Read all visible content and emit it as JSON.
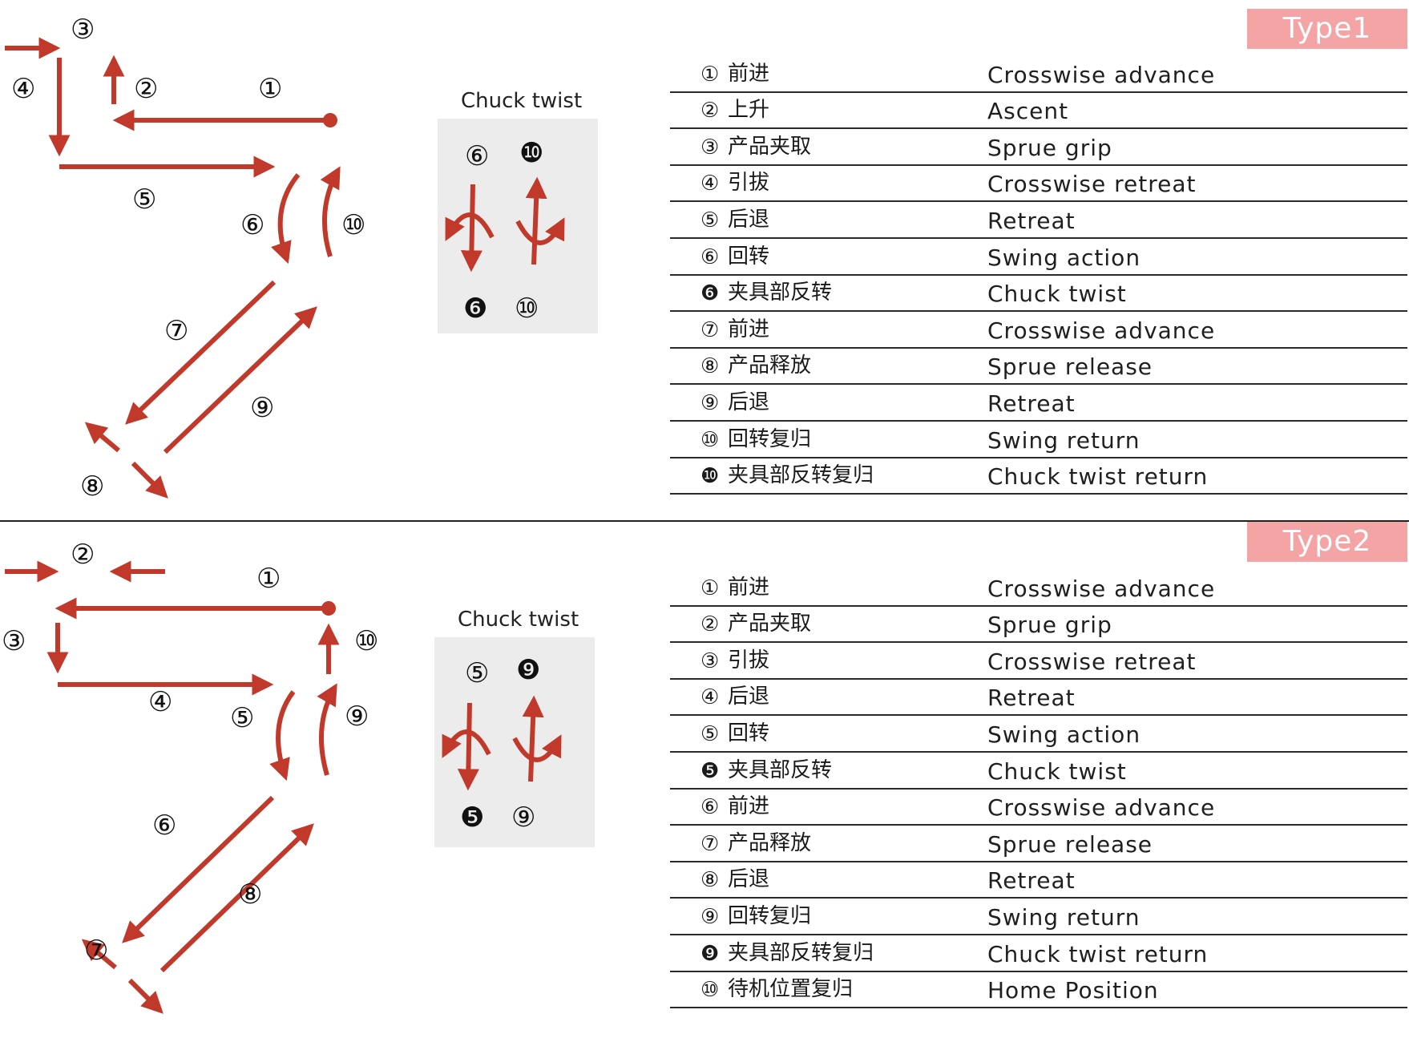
{
  "colors": {
    "arrow": "#c0392b",
    "badge": "#f4a4a4",
    "panel": "#ececec"
  },
  "type1": {
    "badge": "Type1",
    "chuck_title": "Chuck twist",
    "chuck_panel": {
      "top_left": "⑥",
      "top_right": "❿",
      "bottom_left": "❻",
      "bottom_right": "⑩"
    },
    "labels": {
      "l1": "①",
      "l2": "②",
      "l3": "③",
      "l4": "④",
      "l5": "⑤",
      "l6": "⑥",
      "l7": "⑦",
      "l8": "⑧",
      "l9": "⑨",
      "l10": "⑩"
    },
    "steps": [
      {
        "num": "①",
        "cn": "前进",
        "en": "Crosswise advance"
      },
      {
        "num": "②",
        "cn": "上升",
        "en": "Ascent"
      },
      {
        "num": "③",
        "cn": "产品夹取",
        "en": "Sprue grip"
      },
      {
        "num": "④",
        "cn": "引拔",
        "en": "Crosswise retreat"
      },
      {
        "num": "⑤",
        "cn": "后退",
        "en": "Retreat"
      },
      {
        "num": "⑥",
        "cn": "回转",
        "en": "Swing action"
      },
      {
        "num": "❻",
        "cn": "夹具部反转",
        "en": "Chuck twist"
      },
      {
        "num": "⑦",
        "cn": "前进",
        "en": "Crosswise advance"
      },
      {
        "num": "⑧",
        "cn": "产品释放",
        "en": "Sprue release"
      },
      {
        "num": "⑨",
        "cn": "后退",
        "en": "Retreat"
      },
      {
        "num": "⑩",
        "cn": "回转复归",
        "en": "Swing return"
      },
      {
        "num": "❿",
        "cn": "夹具部反转复归",
        "en": "Chuck twist return"
      }
    ]
  },
  "type2": {
    "badge": "Type2",
    "chuck_title": "Chuck twist",
    "chuck_panel": {
      "top_left": "⑤",
      "top_right": "❾",
      "bottom_left": "❺",
      "bottom_right": "⑨"
    },
    "labels": {
      "l1": "①",
      "l2": "②",
      "l3": "③",
      "l4": "④",
      "l5": "⑤",
      "l6": "⑥",
      "l7": "⑦",
      "l8": "⑧",
      "l9": "⑨",
      "l10": "⑩"
    },
    "steps": [
      {
        "num": "①",
        "cn": "前进",
        "en": "Crosswise advance"
      },
      {
        "num": "②",
        "cn": "产品夹取",
        "en": "Sprue grip"
      },
      {
        "num": "③",
        "cn": "引拔",
        "en": "Crosswise retreat"
      },
      {
        "num": "④",
        "cn": "后退",
        "en": "Retreat"
      },
      {
        "num": "⑤",
        "cn": "回转",
        "en": "Swing action"
      },
      {
        "num": "❺",
        "cn": "夹具部反转",
        "en": "Chuck twist"
      },
      {
        "num": "⑥",
        "cn": "前进",
        "en": "Crosswise advance"
      },
      {
        "num": "⑦",
        "cn": "产品释放",
        "en": "Sprue release"
      },
      {
        "num": "⑧",
        "cn": "后退",
        "en": "Retreat"
      },
      {
        "num": "⑨",
        "cn": "回转复归",
        "en": "Swing return"
      },
      {
        "num": "❾",
        "cn": "夹具部反转复归",
        "en": "Chuck twist return"
      },
      {
        "num": "⑩",
        "cn": "待机位置复归",
        "en": "Home Position"
      }
    ]
  }
}
